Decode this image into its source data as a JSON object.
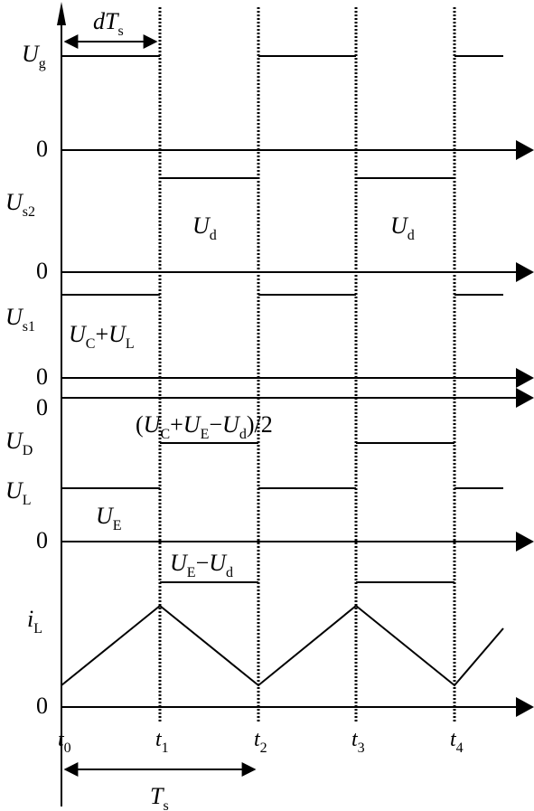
{
  "waveforms": [
    {
      "id": "ug",
      "label": {
        "base": "U",
        "sub": "g"
      },
      "zero": "0"
    },
    {
      "id": "us2",
      "label": {
        "base": "U",
        "sub": "s2"
      },
      "zero": "0",
      "level": {
        "base": "U",
        "sub": "d"
      }
    },
    {
      "id": "us1",
      "label": {
        "base": "U",
        "sub": "s1"
      },
      "zero": "0",
      "level": {
        "base": "U",
        "sub": "C",
        "plus": "+",
        "base2": "U",
        "sub2": "L"
      }
    },
    {
      "id": "ud",
      "label": {
        "base": "U",
        "sub": "D"
      },
      "zero": "0",
      "level": {
        "open": "(",
        "base": "U",
        "sub": "C",
        "plus": "+",
        "base2": "U",
        "sub2": "E",
        "minus": "−",
        "base3": "U",
        "sub3": "d",
        "close": ")/2"
      }
    },
    {
      "id": "ul",
      "label": {
        "base": "U",
        "sub": "L"
      },
      "zero": "0",
      "level_high": {
        "base": "U",
        "sub": "E"
      },
      "level_low": {
        "base": "U",
        "sub": "E",
        "minus": "−",
        "base2": "U",
        "sub2": "d"
      }
    },
    {
      "id": "il",
      "label": {
        "base": "i",
        "sub": "L"
      },
      "zero": "0"
    }
  ],
  "time_labels": [
    {
      "base": "t",
      "sub": "0"
    },
    {
      "base": "t",
      "sub": "1"
    },
    {
      "base": "t",
      "sub": "2"
    },
    {
      "base": "t",
      "sub": "3"
    },
    {
      "base": "t",
      "sub": "4"
    }
  ],
  "duty_label": {
    "prefix": "d",
    "base": "T",
    "sub": "s"
  },
  "period_label": {
    "base": "T",
    "sub": "s"
  }
}
